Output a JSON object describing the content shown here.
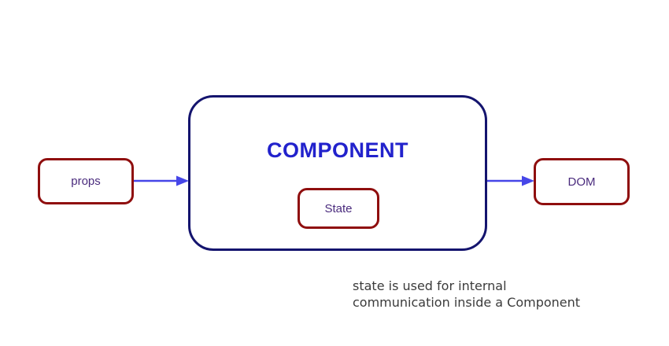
{
  "diagram": {
    "nodes": {
      "props": {
        "label": "props"
      },
      "component": {
        "label": "COMPONENT"
      },
      "state": {
        "label": "State"
      },
      "dom": {
        "label": "DOM"
      }
    },
    "caption": {
      "line1": "state is used for internal",
      "line2": "communication inside a Component"
    },
    "icons": {
      "arrow_props_to_component": "right-arrow-icon",
      "arrow_component_to_dom": "right-arrow-icon"
    },
    "colors": {
      "red_border": "#8f0e0e",
      "navy_border": "#14146e",
      "component_text": "#2222cc",
      "node_text": "#4a2b7d",
      "arrow": "#4646e8",
      "caption_text": "#3b3b3b",
      "bg": "#ffffff"
    }
  }
}
